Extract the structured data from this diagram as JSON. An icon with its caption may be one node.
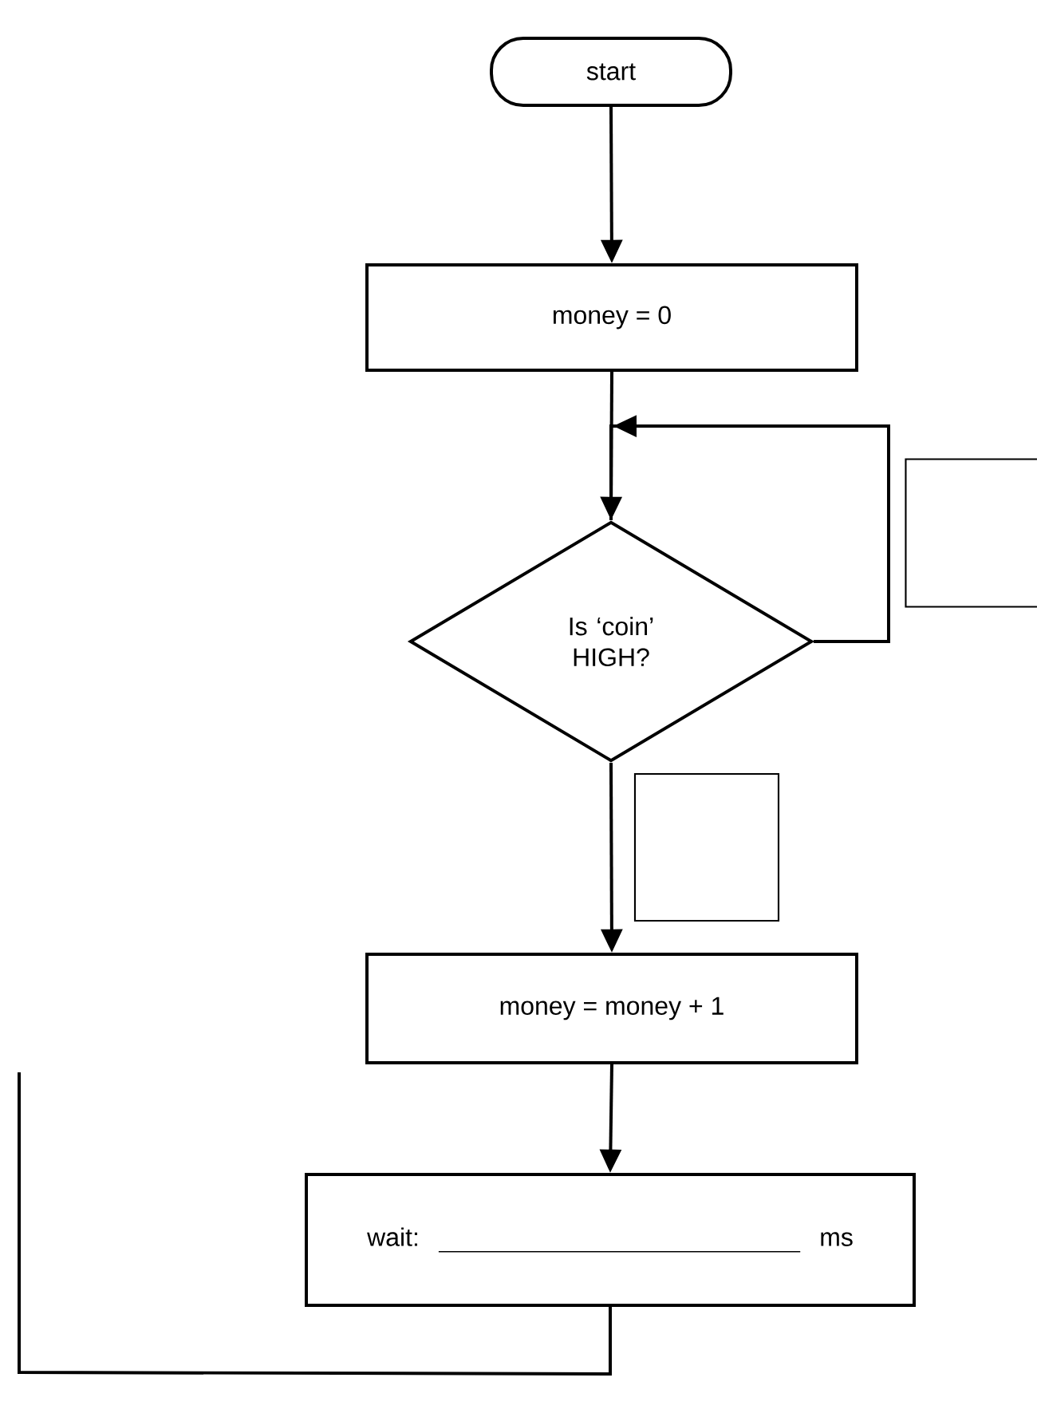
{
  "diagram": {
    "nodes": [
      {
        "text": [
          "start"
        ]
      },
      {
        "text": [
          "money = 0"
        ]
      },
      {
        "text": [
          "Is ‘coin’ HIGH?"
        ]
      },
      {
        "text": [],
        "shape": "box"
      },
      {
        "text": [],
        "shape": "box"
      },
      {
        "text": [
          "money = money + 1"
        ]
      },
      {
        "text": [
          "wait:",
          "ms"
        ]
      }
    ],
    "edges": [
      {
        "from": 0,
        "to": 1,
        "arrow": "to"
      },
      {
        "from": 1,
        "to": 2,
        "arrow": "to"
      },
      {
        "from": 2,
        "to": 2,
        "arrow": "to"
      },
      {
        "from": 2,
        "to": 5,
        "arrow": "to"
      },
      {
        "from": 5,
        "to": 6,
        "arrow": "to"
      },
      {
        "from": 6,
        "to": null,
        "arrow": "none"
      }
    ]
  }
}
